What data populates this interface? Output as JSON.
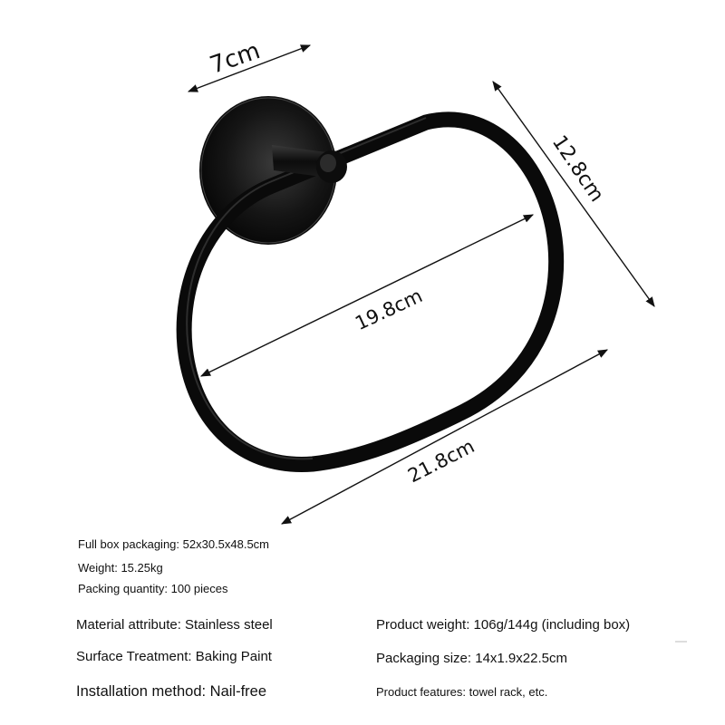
{
  "product_image": {
    "subject": "towel-ring",
    "dimensions": {
      "base_width": "7cm",
      "height": "12.8cm",
      "ring_inner": "19.8cm",
      "overall_length": "21.8cm"
    }
  },
  "specs_left_top": [
    "Full box packaging: 52x30.5x48.5cm",
    "Weight: 15.25kg",
    "Packing quantity: 100 pieces"
  ],
  "specs_left_bottom": [
    "Material attribute: Stainless steel",
    "Surface Treatment: Baking Paint",
    "Installation method: Nail-free"
  ],
  "specs_right": [
    "Product weight: 106g/144g (including box)",
    "Packaging size: 14x1.9x22.5cm",
    "Product features: towel rack, etc."
  ]
}
